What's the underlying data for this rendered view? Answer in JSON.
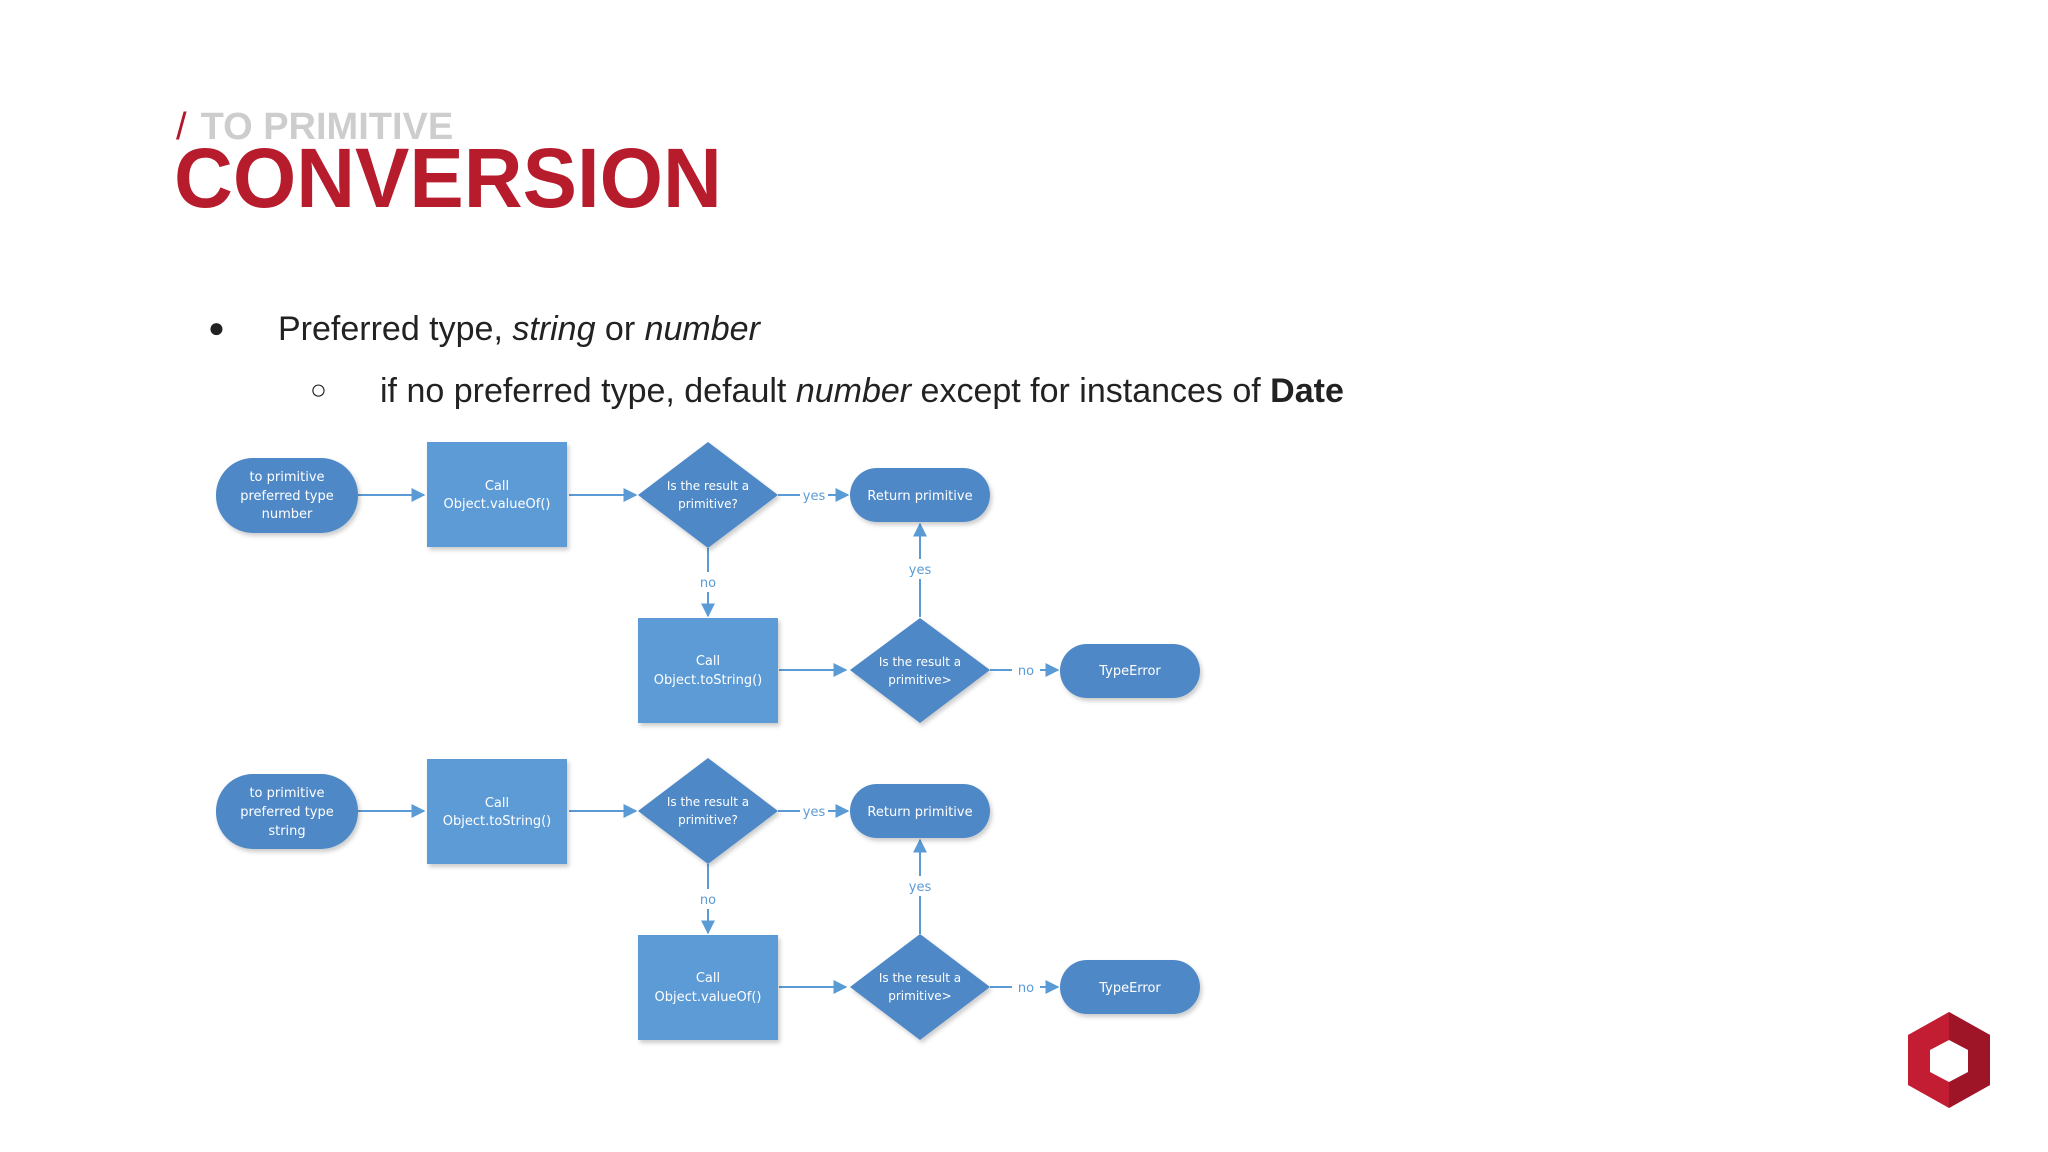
{
  "header": {
    "slash": "/",
    "subtitle": "TO PRIMITIVE",
    "title": "CONVERSION"
  },
  "bullets": {
    "b1": {
      "marker": "●",
      "pre": "Preferred type, ",
      "em1": "string",
      "mid": " or ",
      "em2": "number"
    },
    "b2": {
      "marker": "○",
      "pre": "if no preferred type, default ",
      "em": "number",
      "mid": " except for instances of ",
      "strong": "Date"
    }
  },
  "flow1": {
    "start": [
      "to primitive",
      "preferred type",
      "number"
    ],
    "call1": [
      "Call",
      "Object.valueOf()"
    ],
    "decision1": [
      "Is the result a",
      "primitive?"
    ],
    "return": "Return primitive",
    "call2": [
      "Call",
      "Object.toString()"
    ],
    "decision2": [
      "Is the result a",
      "primitive>"
    ],
    "error": "TypeError",
    "yes": "yes",
    "no": "no"
  },
  "flow2": {
    "start": [
      "to primitive",
      "preferred type",
      "string"
    ],
    "call1": [
      "Call",
      "Object.toString()"
    ],
    "decision1": [
      "Is the result a",
      "primitive?"
    ],
    "return": "Return primitive",
    "call2": [
      "Call",
      "Object.valueOf()"
    ],
    "decision2": [
      "Is the result a",
      "primitive>"
    ],
    "error": "TypeError",
    "yes": "yes",
    "no": "no"
  },
  "colors": {
    "accent": "#b71c2c",
    "shape": "#4f88c6",
    "box": "#5b9bd5",
    "arrow": "#5b9bd5"
  },
  "logo": "hexagon-logo-icon"
}
